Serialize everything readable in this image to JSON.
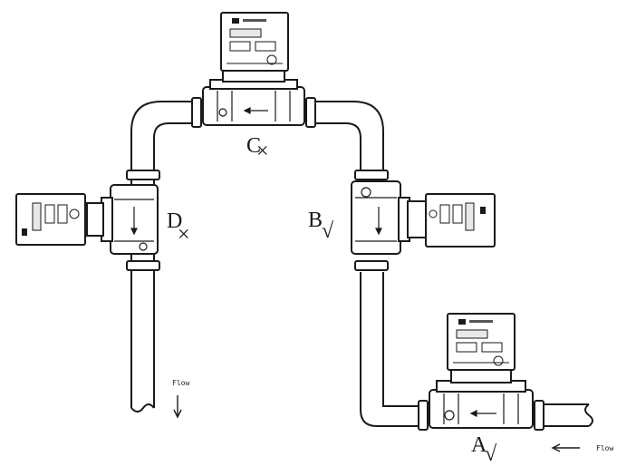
{
  "diagram": {
    "positions": [
      {
        "letter": "A",
        "mark": "√"
      },
      {
        "letter": "B",
        "mark": "√"
      },
      {
        "letter": "C",
        "mark": "×"
      },
      {
        "letter": "D",
        "mark": "×"
      }
    ],
    "flow_labels": {
      "left": "Flow",
      "right": "Flow"
    },
    "icons": [
      "flow-arrow-down-icon",
      "flow-arrow-left-icon",
      "check-mark-icon",
      "cross-mark-icon"
    ],
    "colors": {
      "ink": "#1a1a1a",
      "background": "#ffffff"
    }
  }
}
